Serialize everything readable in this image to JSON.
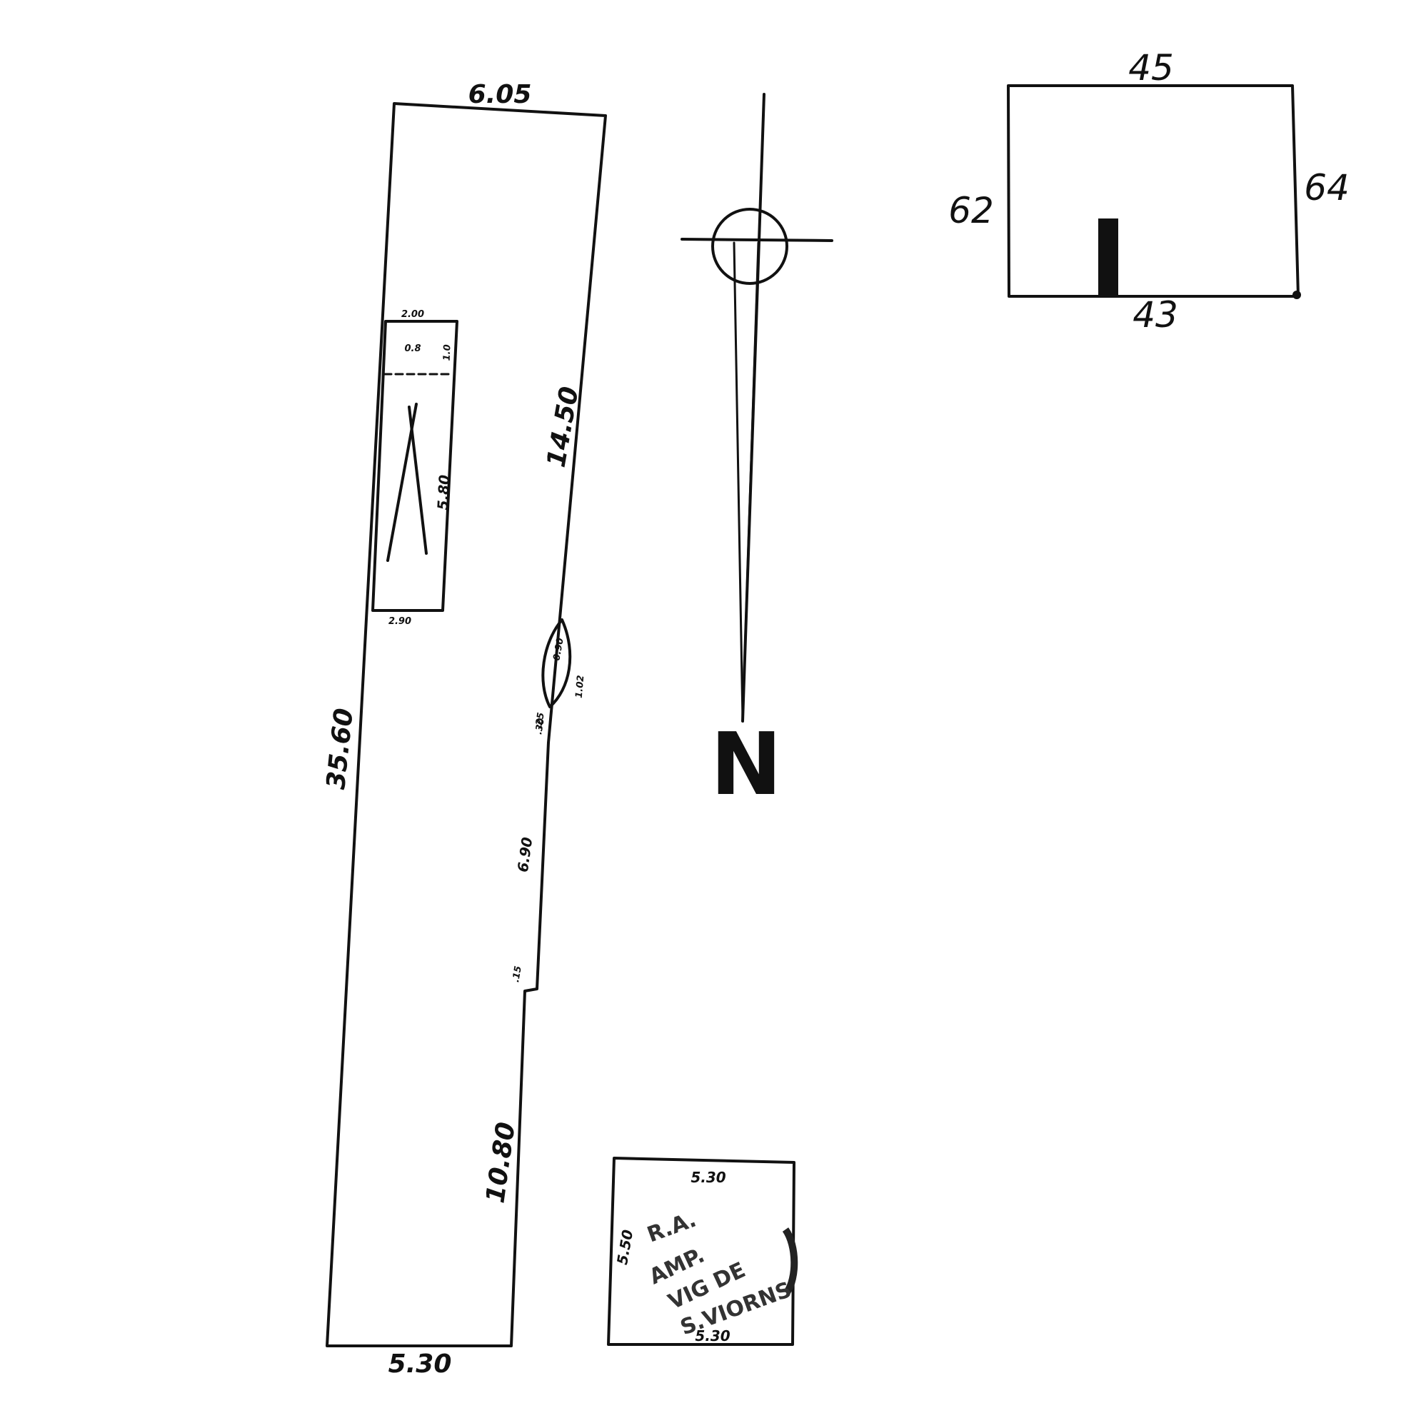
{
  "parcel": {
    "top_label": "6.05",
    "right_upper_label": "14.50",
    "right_middle_label": "6.90",
    "right_lower_label": "10.80",
    "left_label": "35.60",
    "bottom_label": "5.30",
    "notch_label_a": ".15",
    "notch_label_b": ".30"
  },
  "inner_structure": {
    "top_label": "2.00",
    "side_top_label": "1.0",
    "side_label": "5.80",
    "bottom_label": "2.90",
    "small_label": "0.8"
  },
  "arc_feature": {
    "label_top": "0.90",
    "label_right": "1.02",
    "label_bottom": ".25"
  },
  "north_arrow": {
    "letter": "N"
  },
  "block_plan": {
    "top_label": "45",
    "left_label": "62",
    "right_label": "64",
    "bottom_label": "43"
  },
  "legend_box": {
    "top_label": "5.30",
    "left_label": "5.50",
    "bottom_label": "5.30",
    "line1": "R.A.",
    "line2": "AMP.",
    "line3": "VIG DE",
    "line4": "S.VIORNS"
  }
}
